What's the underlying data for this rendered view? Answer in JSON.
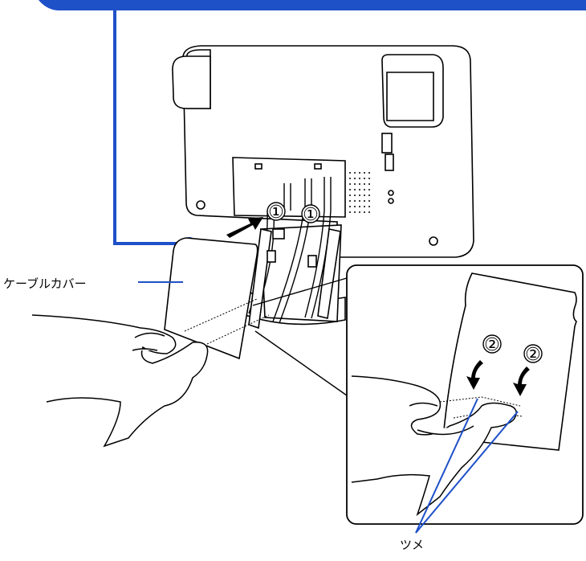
{
  "labels": {
    "cable_cover": "ケーブルカバー",
    "tabs": "ツメ"
  },
  "steps": {
    "step1": "①",
    "step2": "②"
  },
  "colors": {
    "accent_blue": "#1e50c8",
    "line_black": "#000000",
    "fill_white": "#ffffff"
  }
}
